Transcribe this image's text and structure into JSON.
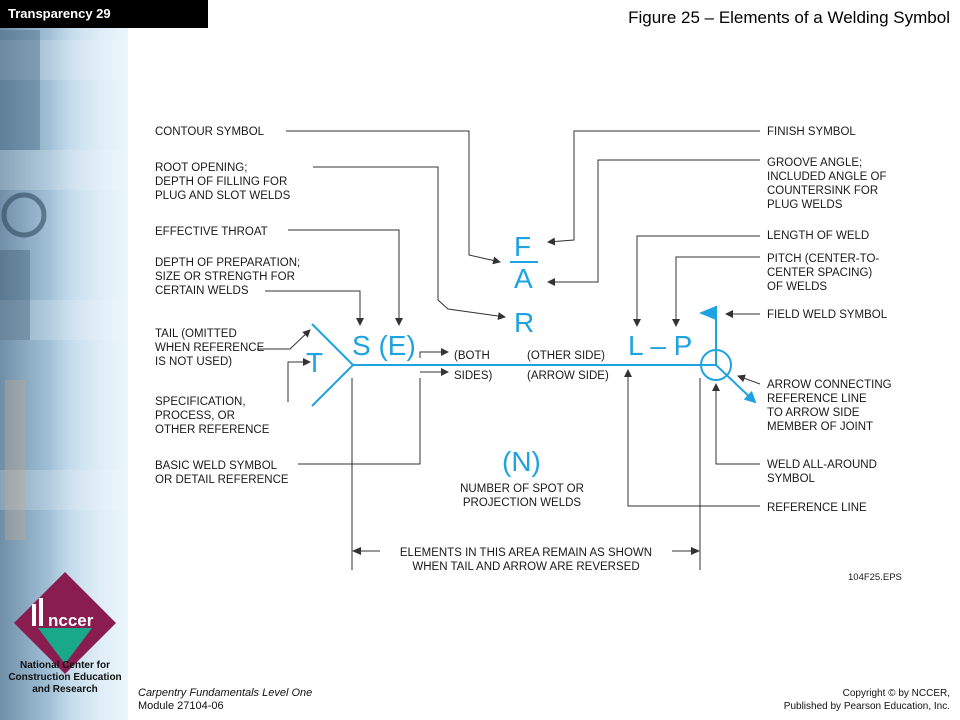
{
  "header": {
    "tag": "Transparency 29",
    "title": "Figure 25 – Elements of a Welding Symbol"
  },
  "sidebar": {
    "logo_text": "nccer",
    "org_name": "National Center for Construction Education and Research"
  },
  "footer": {
    "course": "Carpentry Fundamentals Level One",
    "module": "Module 27104-06",
    "copyright": "Copyright © by NCCER,",
    "publisher": "Published by Pearson Education, Inc."
  },
  "colors": {
    "accent": "#1fa3e0",
    "logo": "#8a1d4f",
    "logo_accent": "#17a98a"
  },
  "diagram": {
    "left_labels": {
      "contour": "CONTOUR SYMBOL",
      "root_1": "ROOT OPENING;",
      "root_2": "DEPTH OF FILLING FOR",
      "root_3": "PLUG AND SLOT WELDS",
      "throat": "EFFECTIVE THROAT",
      "prep_1": "DEPTH OF PREPARATION;",
      "prep_2": "SIZE OR STRENGTH FOR",
      "prep_3": "CERTAIN WELDS",
      "tail_1": "TAIL (OMITTED",
      "tail_2": "WHEN REFERENCE",
      "tail_3": "IS NOT USED)",
      "spec_1": "SPECIFICATION,",
      "spec_2": "PROCESS, OR",
      "spec_3": "OTHER REFERENCE",
      "basic_1": "BASIC WELD SYMBOL",
      "basic_2": "OR DETAIL REFERENCE"
    },
    "right_labels": {
      "finish": "FINISH SYMBOL",
      "groove_1": "GROOVE ANGLE;",
      "groove_2": "INCLUDED ANGLE OF",
      "groove_3": "COUNTERSINK FOR",
      "groove_4": "PLUG WELDS",
      "length": "LENGTH OF WELD",
      "pitch_1": "PITCH (CENTER-TO-",
      "pitch_2": "CENTER SPACING)",
      "pitch_3": "OF WELDS",
      "field": "FIELD WELD SYMBOL",
      "arrow_1": "ARROW CONNECTING",
      "arrow_2": "REFERENCE LINE",
      "arrow_3": "TO ARROW SIDE",
      "arrow_4": "MEMBER OF JOINT",
      "allaround_1": "WELD ALL-AROUND",
      "allaround_2": "SYMBOL",
      "refline": "REFERENCE LINE"
    },
    "center_labels": {
      "both_1": "(BOTH",
      "both_2": "SIDES)",
      "other": "(OTHER SIDE)",
      "arrowside": "(ARROW SIDE)",
      "n_1": "NUMBER OF SPOT OR",
      "n_2": "PROJECTION WELDS",
      "elements_1": "ELEMENTS IN THIS AREA REMAIN AS SHOWN",
      "elements_2": "WHEN TAIL AND ARROW ARE REVERSED",
      "eps": "104F25.EPS"
    },
    "symbols": {
      "F": "F",
      "A": "A",
      "R": "R",
      "S": "S (E)",
      "T": "T",
      "LP": "L – P",
      "N": "(N)"
    }
  }
}
